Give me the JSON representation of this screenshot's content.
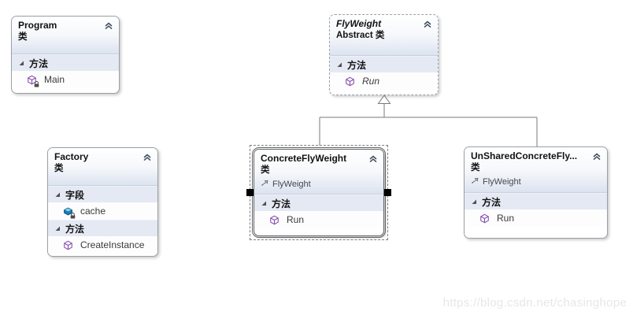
{
  "diagram": {
    "type": "uml-class-diagram (flyweight pattern)",
    "watermark": "https://blog.csdn.net/chasinghope",
    "colors": {
      "method_icon_purple": "#8650ad",
      "field_icon_teal": "#1d7fb5",
      "header_gradient_bottom": "#dce3f0",
      "section_band": "#e4e9f3",
      "box_border": "#9aa0a8",
      "connector": "#7a7a7a",
      "selection_handle": "#000000"
    },
    "classes": [
      {
        "title": "Program",
        "stereotype": "类",
        "sections": [
          {
            "label": "方法",
            "members": [
              {
                "name": "Main",
                "kind": "method",
                "visibility": "private"
              }
            ]
          }
        ]
      },
      {
        "title": "FlyWeight",
        "stereotype": "Abstract 类",
        "abstract": true,
        "sections": [
          {
            "label": "方法",
            "members": [
              {
                "name": "Run",
                "kind": "method",
                "visibility": "public",
                "abstract": true
              }
            ]
          }
        ]
      },
      {
        "title": "Factory",
        "stereotype": "类",
        "sections": [
          {
            "label": "字段",
            "members": [
              {
                "name": "cache",
                "kind": "field",
                "visibility": "private"
              }
            ]
          },
          {
            "label": "方法",
            "members": [
              {
                "name": "CreateInstance",
                "kind": "method",
                "visibility": "public"
              }
            ]
          }
        ]
      },
      {
        "title": "ConcreteFlyWeight",
        "stereotype": "类",
        "base": "FlyWeight",
        "selected": true,
        "sections": [
          {
            "label": "方法",
            "members": [
              {
                "name": "Run",
                "kind": "method",
                "visibility": "public"
              }
            ]
          }
        ]
      },
      {
        "title": "UnSharedConcreteFly...",
        "stereotype": "类",
        "base": "FlyWeight",
        "sections": [
          {
            "label": "方法",
            "members": [
              {
                "name": "Run",
                "kind": "method",
                "visibility": "public"
              }
            ]
          }
        ]
      }
    ],
    "relations": [
      {
        "type": "inheritance",
        "from": "ConcreteFlyWeight",
        "to": "FlyWeight"
      },
      {
        "type": "inheritance",
        "from": "UnSharedConcreteFlyWeight",
        "to": "FlyWeight"
      }
    ]
  }
}
